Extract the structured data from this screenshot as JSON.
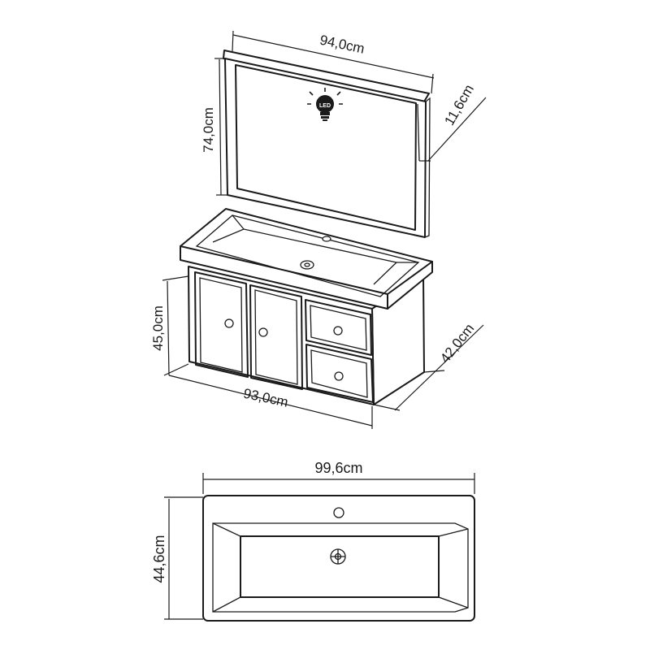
{
  "dimensions": {
    "mirror_width": "94,0cm",
    "mirror_height": "74,0cm",
    "mirror_depth": "11,6cm",
    "cabinet_height": "45,0cm",
    "cabinet_width": "93,0cm",
    "cabinet_depth": "42,0cm",
    "basin_width": "99,6cm",
    "basin_depth": "44,6cm"
  },
  "led_badge": "LED"
}
